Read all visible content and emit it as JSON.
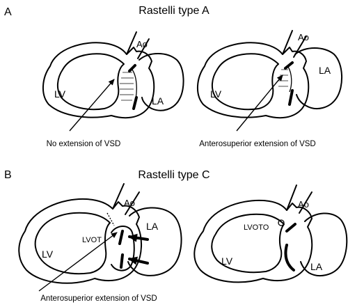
{
  "panels": {
    "a": {
      "letter": "A",
      "title": "Rastelli type A",
      "left": {
        "lv": "LV",
        "ao": "Ao",
        "la": "LA",
        "caption": "No extension of VSD"
      },
      "right": {
        "lv": "LV",
        "ao": "Ao",
        "la": "LA",
        "caption": "Anterosuperior extension of VSD"
      }
    },
    "b": {
      "letter": "B",
      "title": "Rastelli type C",
      "left": {
        "lv": "LV",
        "ao": "Ao",
        "la": "LA",
        "inner": "LVOT",
        "caption": "Anterosuperior extension of VSD"
      },
      "right": {
        "lv": "LV",
        "ao": "Ao",
        "la": "LA",
        "inner": "LVOTO"
      }
    }
  }
}
